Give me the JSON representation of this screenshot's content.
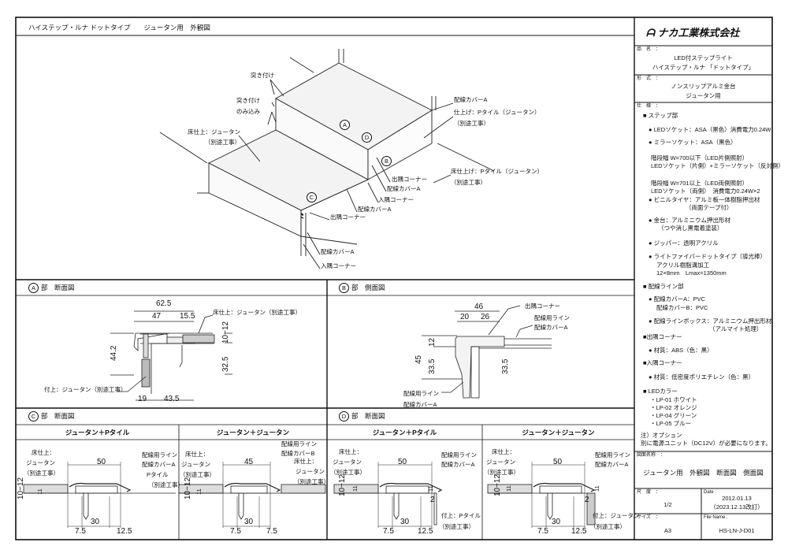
{
  "sheet_title": "ハイステップ・ルナ ドットタイプ　　ジュータン用　外観図",
  "iso": {
    "labels": {
      "butt1": "突き付け",
      "butt2": "突き付け",
      "tuck": "のみ込み",
      "floor_finish": "床仕上：ジュータン",
      "floor_finish_note": "（別途工事）",
      "cover_a_top": "配線カバーA",
      "finish_ptile": "仕上げ：Pタイル（ジュータン）",
      "finish_ptile_note": "（別途工事）",
      "floor_ptile": "床仕上げ：Pタイル（ジュータン）",
      "floor_ptile_note": "（別途工事）",
      "outer_corner1": "出隅コーナー",
      "cover_a_1": "配線カバーA",
      "inner_corner1": "入隅コーナー",
      "cover_a_2": "配線カバーA",
      "outer_corner2": "出隅コーナー",
      "cover_a_3": "配線カバーA",
      "inner_corner2": "入隅コーナー"
    },
    "markers": [
      "A",
      "B",
      "C",
      "D"
    ]
  },
  "sections": {
    "A": {
      "marker": "A",
      "title": "部　断面図",
      "dims": {
        "total": "62.5",
        "left": "47",
        "right": "15.5",
        "height": "44.2",
        "carpet": "10~12",
        "lower": "32.5",
        "bottom_left": "19",
        "bottom_right": "43.5"
      },
      "labels": {
        "floor": "床仕上：ジュータン（別途工事）",
        "riser": "付上：ジュータン（別途工事）"
      }
    },
    "B": {
      "marker": "B",
      "title": "部　側面図",
      "dims": {
        "total": "46",
        "left": "20",
        "right": "26",
        "height": "45",
        "top": "12",
        "lower": "33.5",
        "lower_right": "33.5"
      },
      "labels": {
        "outer_corner": "出隅コーナー",
        "line_top": "配線用ライン",
        "cover_top": "配線カバーA",
        "line_bottom": "配線用ライン",
        "cover_bottom": "配線カバーA"
      }
    },
    "C": {
      "marker": "C",
      "title": "部　断面図",
      "left": {
        "header": "ジュータン＋Pタイル",
        "floor1": "床仕上：",
        "floor2": "ジュータン",
        "floor3": "（別途工事）",
        "line": "配線用ライン",
        "cover": "配線カバーA",
        "ptile": "Pタイル",
        "ptile_note": "（別途工事）",
        "dims": {
          "width": "50",
          "carpet": "10~12",
          "h": "11",
          "screw": "30",
          "l": "7.5",
          "r": "12.5"
        }
      },
      "right": {
        "header": "ジュータン＋ジュータン",
        "floor1": "床仕上：",
        "floor2": "ジュータン",
        "floor3": "（別途工事）",
        "line": "配線用ライン",
        "cover": "配線カバーB",
        "floorr1": "床仕上：",
        "floorr2": "ジュータン",
        "floorr3": "（別途工事）",
        "dims": {
          "width": "45",
          "carpet": "10~12",
          "h": "11",
          "screw": "30",
          "l": "7.5",
          "r": "7.5"
        }
      }
    },
    "D": {
      "marker": "D",
      "title": "部　断面図",
      "left": {
        "header": "ジュータン＋Pタイル",
        "floor1": "床仕上：",
        "floor2": "ジュータン",
        "floor3": "（別途工事）",
        "line": "配線用ライン",
        "cover": "配線カバーA",
        "finish": "付上：Pタイル",
        "finish_note": "（別途工事）",
        "dims": {
          "width": "50",
          "carpet": "10~12",
          "h": "11",
          "h2": "11",
          "gap": "2",
          "screw": "30",
          "l": "7.5",
          "r": "12.5"
        }
      },
      "right": {
        "header": "ジュータン＋ジュータン",
        "floor1": "床仕上：",
        "floor2": "ジュータン",
        "floor3": "（別途工事）",
        "line": "配線用ライン",
        "cover": "配線カバーA",
        "finish": "付上：ジュータン",
        "finish_note": "（別途工事）",
        "dims": {
          "width": "50",
          "carpet": "10~12",
          "h": "11",
          "h2": "11",
          "gap": "2",
          "screw": "30",
          "l": "7.5",
          "r": "12.5"
        }
      }
    }
  },
  "titleblock": {
    "company": "ナカ工業株式会社",
    "product_label": "品　名　：",
    "product1": "LED付ステップライト",
    "product2": "ハイステップ・ルナ 「ドットタイプ」",
    "type_label": "形　式　：",
    "type1": "ノンスリップアルミ金台",
    "type2": "ジュータン用",
    "spec_label": "仕　様　：",
    "spec": [
      "■ ステップ部",
      "● LEDソケット：ASA（黒色）消費電力0.24W",
      "● ミラーソケット：ASA（黒色）",
      "階段幅 W=700以下（LED片側照射）",
      "LEDソケット（片側）+ミラーソケット（反対側）",
      "階段幅 W=701以上（LED両側照射）",
      "LEDソケット（両側）　消費電力0.24W×2",
      "● ビニルタイヤ：アルミ板一体樹脂押出材",
      "（両面テープ付）",
      "● 金台：アルミニウム押出形材",
      "（つや消し黒電着塗装）",
      "● ジッパー：透明アクリル",
      "● ライトファイバードットタイプ（導光棒）",
      "アクリル樹脂溝加工",
      "12×8mm　Lmax=1350mm",
      "■ 配線ライン部",
      "● 配線カバーA：PVC",
      "配線カバーB：PVC",
      "● 配線ラインボックス：アルミニウム押出形材",
      "（アルマイト処理）",
      "■出隅コーナー",
      "● 材質：ABS（色：黒）",
      "■入隅コーナー",
      "● 材質：低密度ポリエチレン（色：黒）",
      "■ LEDカラー",
      "・LP-01 ホワイト",
      "・LP-02 オレンジ",
      "・LP-04 グリーン",
      "・LP-05 ブルー",
      "注）オプション",
      "別に電源ユニット（DC12V）が必要になります。"
    ],
    "drawing_name_label": "図面名称　：",
    "drawing_name": "ジュータン用　外観図　断面図　側面図",
    "scale_label": "尺　度　：",
    "scale": "1/2",
    "date_label": "Date :",
    "date": "2012.01.13",
    "revised": "（2023.12.13改訂）",
    "size_label": "サイズ　：",
    "size": "A3",
    "file_label": "File Name :",
    "file": "HS-LN-J-D01"
  }
}
